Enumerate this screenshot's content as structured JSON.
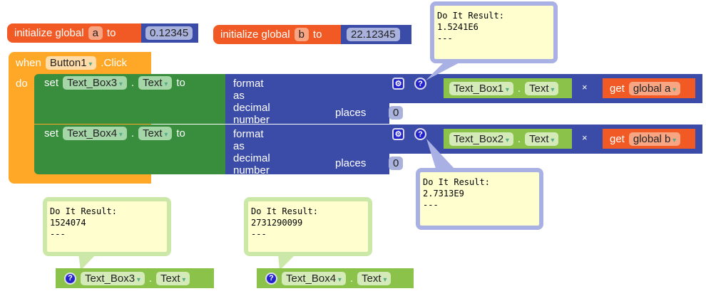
{
  "init_a": {
    "label": "initialize global",
    "name": "a",
    "to": "to",
    "value": "0.12345"
  },
  "init_b": {
    "label": "initialize global",
    "name": "b",
    "to": "to",
    "value": "22.12345"
  },
  "event": {
    "when": "when",
    "component": "Button1",
    "event": ".Click",
    "do": "do"
  },
  "set1": {
    "set": "set",
    "component": "Text_Box3",
    "dot": ".",
    "property": "Text",
    "to": "to",
    "format": "format as decimal number",
    "places": "places",
    "places_value": "0",
    "operand_component": "Text_Box1",
    "operand_property": "Text",
    "times": "×",
    "get": "get",
    "var": "global a"
  },
  "set2": {
    "set": "set",
    "component": "Text_Box4",
    "dot": ".",
    "property": "Text",
    "to": "to",
    "format": "format as decimal number",
    "places": "places",
    "places_value": "0",
    "operand_component": "Text_Box2",
    "operand_property": "Text",
    "times": "×",
    "get": "get",
    "var": "global b"
  },
  "bubbles": [
    {
      "l1": "Do It Result:",
      "l2": "1.5241E6",
      "l3": "---"
    },
    {
      "l1": "Do It Result:",
      "l2": "2.7313E9",
      "l3": "---"
    },
    {
      "l1": "Do It Result:",
      "l2": "1524074",
      "l3": "---"
    },
    {
      "l1": "Do It Result:",
      "l2": "2731290099",
      "l3": "---"
    }
  ],
  "getter1": {
    "component": "Text_Box3",
    "dot": ".",
    "property": "Text"
  },
  "getter2": {
    "component": "Text_Box4",
    "dot": ".",
    "property": "Text"
  }
}
